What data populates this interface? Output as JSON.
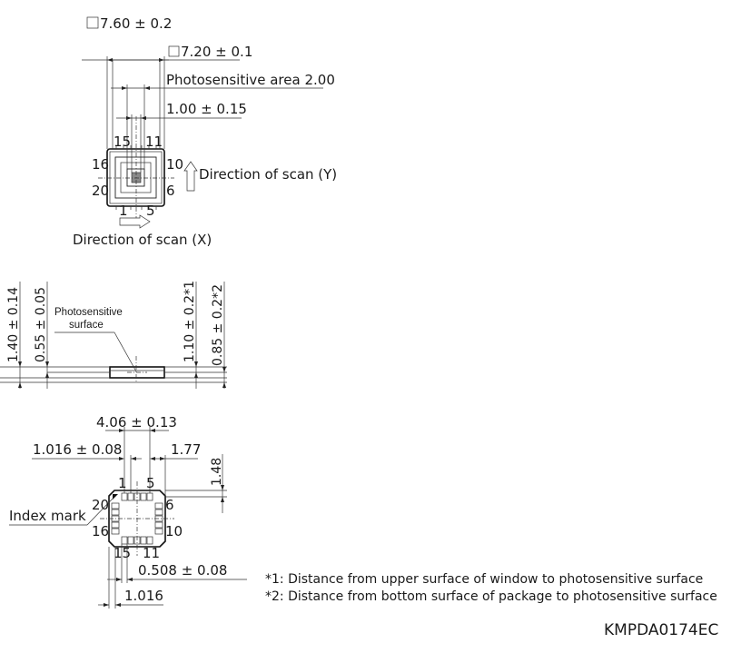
{
  "top_view": {
    "dim_outer": "7.60 ± 0.2",
    "dim_window": "7.20 ± 0.1",
    "dim_area": "Photosensitive area 2.00",
    "dim_pitch": "1.00 ± 0.15",
    "pin_15": "15",
    "pin_11": "11",
    "pin_16": "16",
    "pin_10": "10",
    "pin_20": "20",
    "pin_6": "6",
    "pin_1": "1",
    "pin_5": "5",
    "scan_y": "Direction of scan (Y)",
    "scan_x": "Direction of scan (X)"
  },
  "side_view": {
    "dim_total": "1.40 ± 0.14",
    "dim_surface": "0.55 ± 0.05",
    "dim_window_dist": "1.10 ± 0.2*1",
    "dim_bottom_dist": "0.85 ± 0.2*2",
    "surface_label_1": "Photosensitive",
    "surface_label_2": "surface"
  },
  "bottom_view": {
    "dim_span": "4.06 ± 0.13",
    "dim_offset": "1.016 ± 0.08",
    "dim_1_77": "1.77",
    "dim_1_48": "1.48",
    "dim_pad": "0.508 ± 0.08",
    "dim_pitch": "1.016",
    "index_mark": "Index mark",
    "pin_1": "1",
    "pin_5": "5",
    "pin_20": "20",
    "pin_6": "6",
    "pin_16": "16",
    "pin_10": "10",
    "pin_15": "15",
    "pin_11": "11"
  },
  "notes": {
    "note_1": "*1: Distance from upper surface of window to photosensitive surface",
    "note_2": "*2: Distance from bottom surface of package to photosensitive surface"
  },
  "drawing_code": "KMPDA0174EC"
}
